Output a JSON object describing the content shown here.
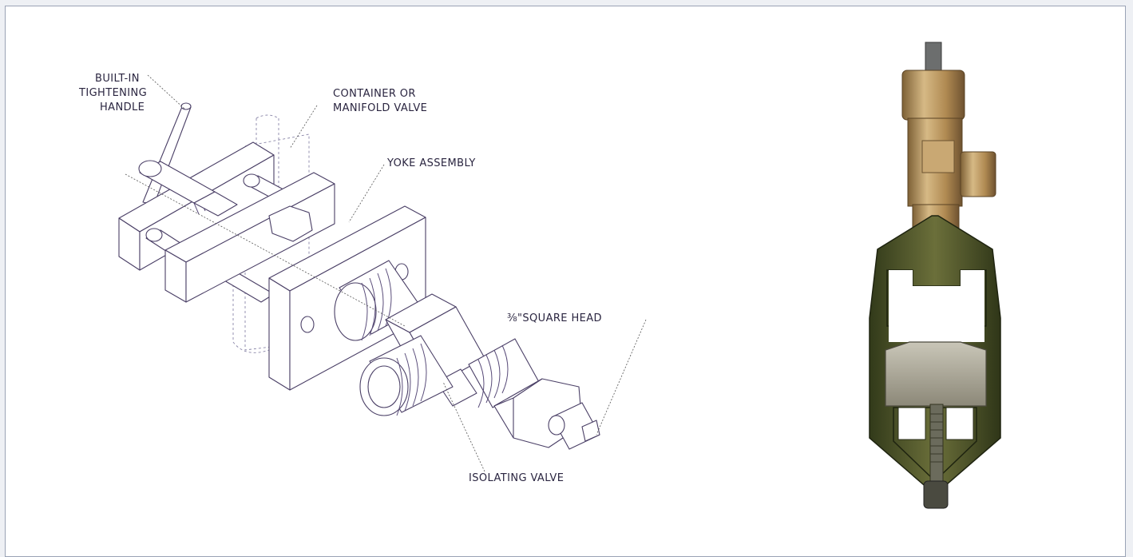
{
  "labels": {
    "handle_line1": "BUILT-IN",
    "handle_line2": "TIGHTENING",
    "handle_line3": "HANDLE",
    "container_line1": "CONTAINER OR",
    "container_line2": "MANIFOLD VALVE",
    "yoke": "YOKE ASSEMBLY",
    "square_head": "⅜\"SQUARE HEAD",
    "isolating": "ISOLATING VALVE"
  },
  "colors": {
    "line": "#4a3f66",
    "frame_border": "#9aa3b5",
    "brass": "#b8935a",
    "yoke_green": "#4e5a2e"
  }
}
